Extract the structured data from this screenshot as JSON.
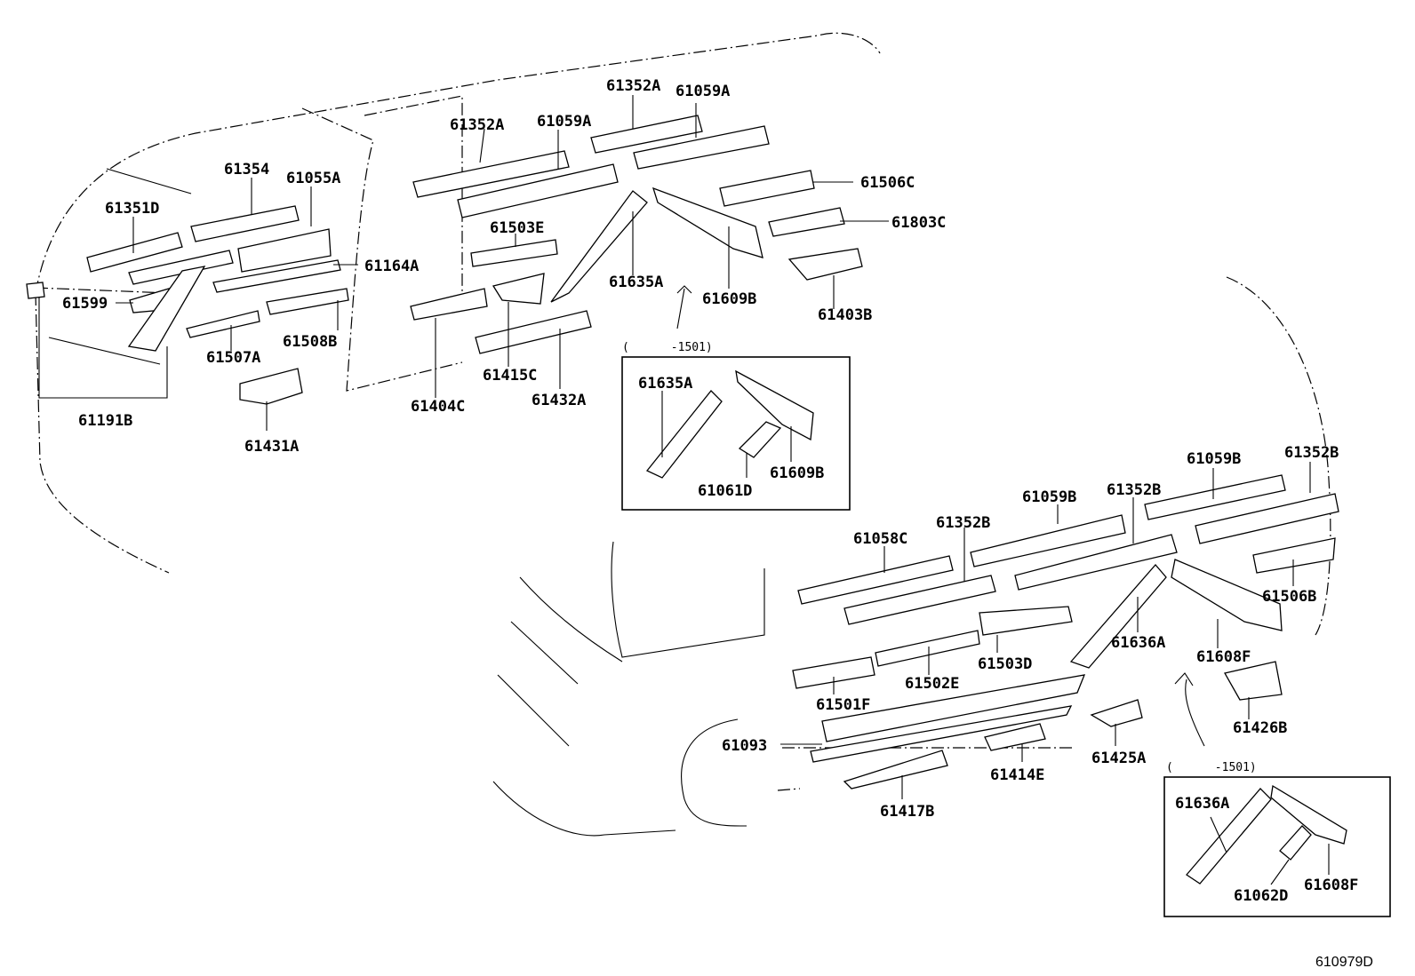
{
  "diagram_id": "610979D",
  "insets": [
    {
      "range": "(      -1501)",
      "parts": [
        "61635A",
        "61609B",
        "61061D"
      ]
    },
    {
      "range": "(      -1501)",
      "parts": [
        "61636A",
        "61062D",
        "61608F"
      ]
    }
  ],
  "labels": [
    "61352A",
    "61059A",
    "61352A",
    "61059A",
    "61354",
    "61055A",
    "61351D",
    "61506C",
    "61803C",
    "61503E",
    "61164A",
    "61599",
    "61635A",
    "61609B",
    "61403B",
    "61508B",
    "61507A",
    "61415C",
    "61404C",
    "61432A",
    "61191B",
    "61431A",
    "61635A",
    "61609B",
    "61061D",
    "61059B",
    "61352B",
    "61059B",
    "61352B",
    "61058C",
    "61352B",
    "61506B",
    "61636A",
    "61608F",
    "61503D",
    "61502E",
    "61501F",
    "61426B",
    "61093",
    "61414E",
    "61425A",
    "61417B",
    "61636A",
    "61062D",
    "61608F"
  ]
}
